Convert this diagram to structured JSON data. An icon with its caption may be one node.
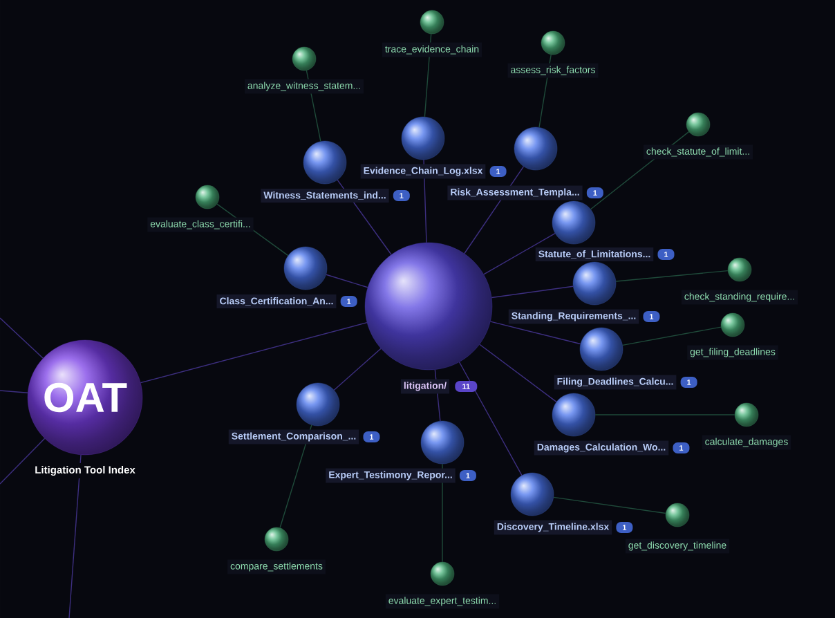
{
  "diagram": {
    "nodes": [
      {
        "text": [
          "OAT",
          "Litigation Tool Index"
        ]
      },
      {
        "text": [
          "litigation/",
          "11"
        ]
      },
      {
        "text": [
          "Witness_Statements_ind...",
          "1"
        ]
      },
      {
        "text": [
          "Evidence_Chain_Log.xlsx",
          "1"
        ]
      },
      {
        "text": [
          "Risk_Assessment_Templa...",
          "1"
        ]
      },
      {
        "text": [
          "Statute_of_Limitations...",
          "1"
        ]
      },
      {
        "text": [
          "Class_Certification_An...",
          "1"
        ]
      },
      {
        "text": [
          "Standing_Requirements_...",
          "1"
        ]
      },
      {
        "text": [
          "Filing_Deadlines_Calcu...",
          "1"
        ]
      },
      {
        "text": [
          "Damages_Calculation_Wo...",
          "1"
        ]
      },
      {
        "text": [
          "Settlement_Comparison_...",
          "1"
        ]
      },
      {
        "text": [
          "Discovery_Timeline.xlsx",
          "1"
        ]
      },
      {
        "text": [
          "Expert_Testimony_Repor...",
          "1"
        ]
      },
      {
        "text": [
          "trace_evidence_chain"
        ]
      },
      {
        "text": [
          "assess_risk_factors"
        ]
      },
      {
        "text": [
          "analyze_witness_statem..."
        ]
      },
      {
        "text": [
          "check_statute_of_limit..."
        ]
      },
      {
        "text": [
          "evaluate_class_certifi..."
        ]
      },
      {
        "text": [
          "check_standing_require..."
        ]
      },
      {
        "text": [
          "get_filing_deadlines"
        ]
      },
      {
        "text": [
          "calculate_damages"
        ]
      },
      {
        "text": [
          "get_discovery_timeline"
        ]
      },
      {
        "text": [
          "compare_settlements"
        ]
      },
      {
        "text": [
          "evaluate_expert_testim..."
        ]
      }
    ],
    "edges": [
      {
        "from": 0,
        "to": 1,
        "arrow": "none"
      },
      {
        "from": 1,
        "to": 2,
        "arrow": "none"
      },
      {
        "from": 1,
        "to": 3,
        "arrow": "none"
      },
      {
        "from": 1,
        "to": 4,
        "arrow": "none"
      },
      {
        "from": 1,
        "to": 5,
        "arrow": "none"
      },
      {
        "from": 1,
        "to": 6,
        "arrow": "none"
      },
      {
        "from": 1,
        "to": 7,
        "arrow": "none"
      },
      {
        "from": 1,
        "to": 8,
        "arrow": "none"
      },
      {
        "from": 1,
        "to": 9,
        "arrow": "none"
      },
      {
        "from": 1,
        "to": 10,
        "arrow": "none"
      },
      {
        "from": 1,
        "to": 11,
        "arrow": "none"
      },
      {
        "from": 1,
        "to": 12,
        "arrow": "none"
      },
      {
        "from": 2,
        "to": 15,
        "arrow": "none",
        "color": "#1f4a3a"
      },
      {
        "from": 3,
        "to": 13,
        "arrow": "none",
        "color": "#1f4a3a"
      },
      {
        "from": 4,
        "to": 14,
        "arrow": "none",
        "color": "#1f4a3a"
      },
      {
        "from": 5,
        "to": 16,
        "arrow": "none",
        "color": "#1f4a3a"
      },
      {
        "from": 6,
        "to": 17,
        "arrow": "none",
        "color": "#1f4a3a"
      },
      {
        "from": 7,
        "to": 18,
        "arrow": "none",
        "color": "#1f4a3a"
      },
      {
        "from": 8,
        "to": 19,
        "arrow": "none",
        "color": "#1f4a3a"
      },
      {
        "from": 9,
        "to": 20,
        "arrow": "none",
        "color": "#1f4a3a"
      },
      {
        "from": 10,
        "to": 22,
        "arrow": "none",
        "color": "#1f4a3a"
      },
      {
        "from": 11,
        "to": 21,
        "arrow": "none",
        "color": "#1f4a3a"
      },
      {
        "from": 12,
        "to": 23,
        "arrow": "none",
        "color": "#1f4a3a"
      },
      {
        "from": 0,
        "to": null,
        "arrow": "none"
      },
      {
        "from": 0,
        "to": null,
        "arrow": "none"
      },
      {
        "from": 0,
        "to": null,
        "arrow": "none"
      },
      {
        "from": null,
        "to": 0,
        "arrow": "none"
      }
    ]
  }
}
